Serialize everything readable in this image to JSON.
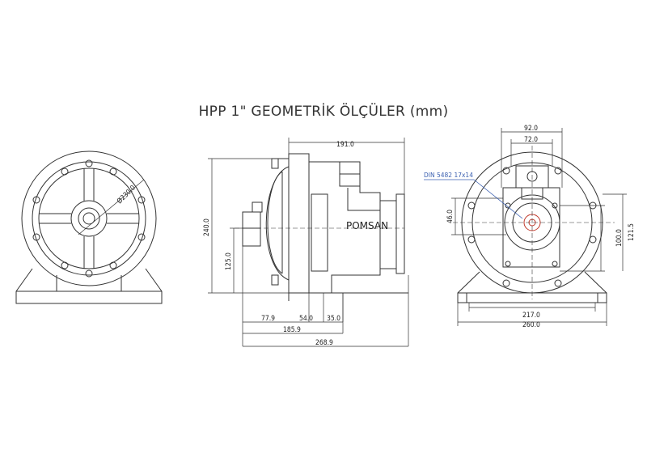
{
  "title": "HPP 1\" GEOMETRİK ÖLÇÜLER (mm)",
  "brand": "POMSAN",
  "note": "DIN 5482 17x14",
  "colors": {
    "line": "#333333",
    "accent": "#c0392b",
    "note": "#3a5fb0"
  },
  "left_view": {
    "diameter": "Ø230.0"
  },
  "side_view": {
    "top": "191.0",
    "height": "240.0",
    "shaft": "125.0",
    "d1": "77.9",
    "d2": "54.0",
    "d3": "35.0",
    "d4": "185.9",
    "d5": "268.9"
  },
  "right_view": {
    "w1": "92.0",
    "w2": "72.0",
    "h1": "46.0",
    "h2": "100.0",
    "h3": "121.5",
    "b1": "217.0",
    "b2": "260.0"
  }
}
